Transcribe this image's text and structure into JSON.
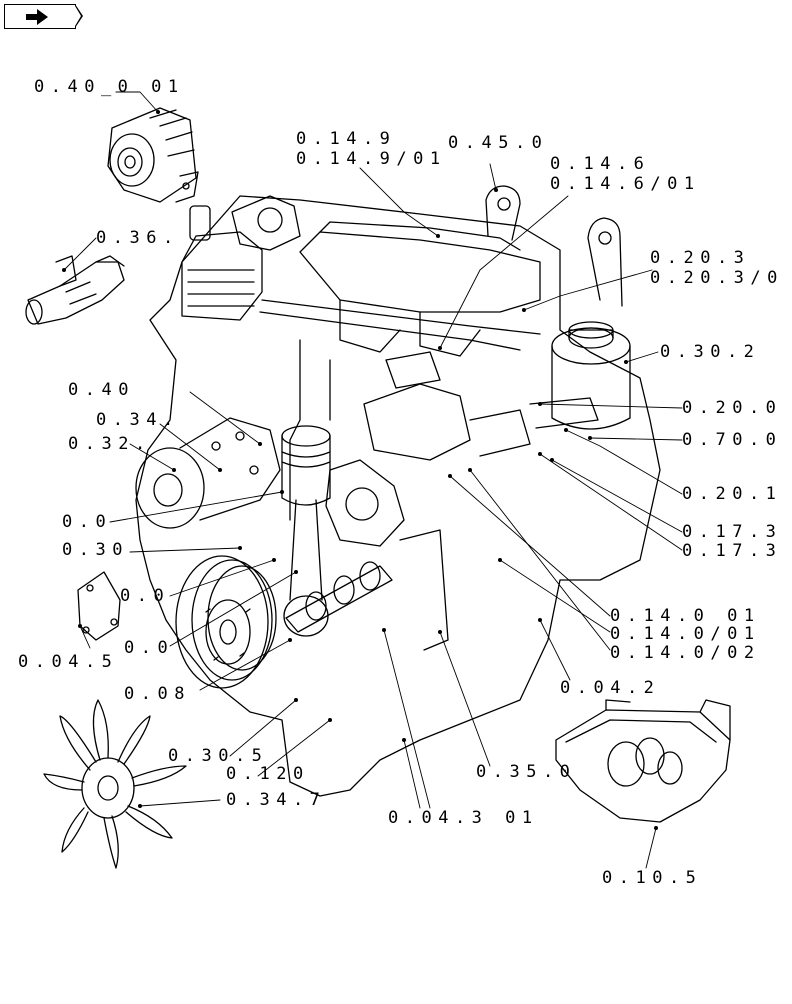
{
  "nav": {
    "icon": "arrow-right-icon"
  },
  "callouts": {
    "alternator": "0.40_0 01",
    "starter": "0.36.",
    "filter_a": "0.14.9",
    "filter_b": "0.14.9/01",
    "lift_eye": "0.45.0",
    "inj_a": "0.14.6",
    "inj_b": "0.14.6/01",
    "pump_a": "0.20.3",
    "pump_b": "0.20.3/0",
    "oil_filter": "0.30.2",
    "c040": "0.40",
    "c034": "0.34.",
    "c032": "0.32.",
    "fuel_0200": "0.20.0",
    "c0700": "0.70.0",
    "c0201": "0.20.1",
    "c017a": "0.17.3",
    "c017b": "0.17.3",
    "c00": "0.0",
    "c030": "0.30",
    "c00b": "0.0",
    "c00c": "0.0",
    "cover": "0.04.5",
    "c008": "0.08",
    "man_a": "0.14.0 01",
    "man_b": "0.14.0/01",
    "man_c": "0.14.0/02",
    "c042": "0.04.2",
    "c0305": "0.30.5",
    "c0120": "0.120",
    "c0350": "0.35.0",
    "fan": "0.34.7",
    "c043": "0.04.3 01",
    "sump": "0.10.5"
  }
}
